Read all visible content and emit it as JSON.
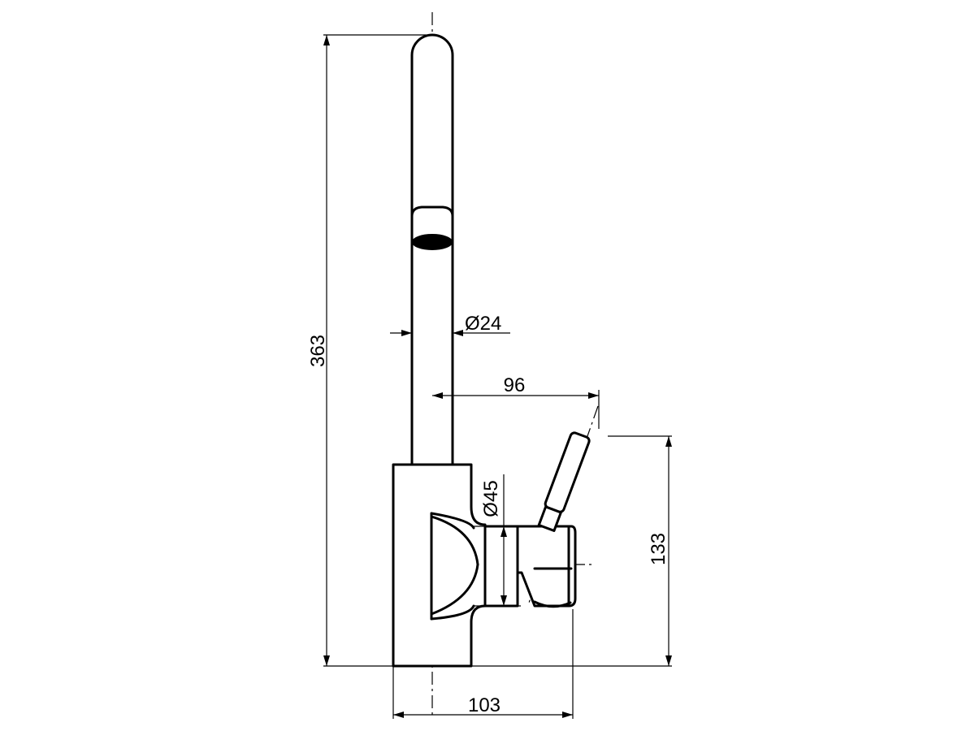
{
  "dimensions": {
    "overall_height": "363",
    "spout_diameter": "Ø24",
    "lever_reach": "96",
    "body_diameter": "Ø45",
    "lever_height": "133",
    "overall_depth": "103"
  }
}
